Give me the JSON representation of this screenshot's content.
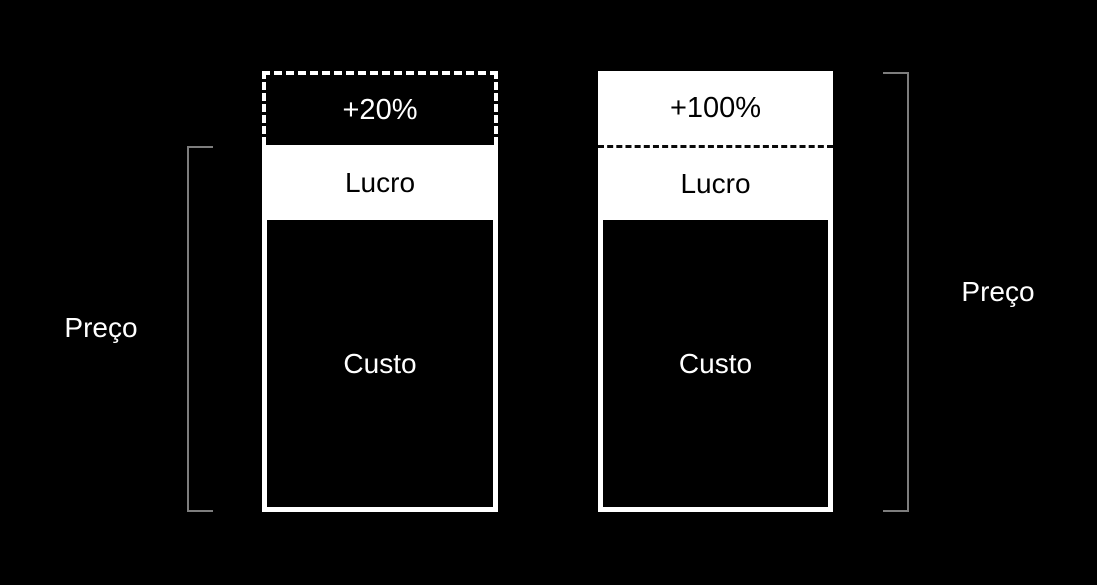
{
  "colors": {
    "background": "#000000",
    "foreground": "#ffffff",
    "bracket": "#7d7d7d"
  },
  "left_bar": {
    "increase_label": "+20%",
    "profit_label": "Lucro",
    "cost_label": "Custo",
    "price_label": "Preço"
  },
  "right_bar": {
    "increase_label": "+100%",
    "profit_label": "Lucro",
    "cost_label": "Custo",
    "price_label": "Preço"
  }
}
